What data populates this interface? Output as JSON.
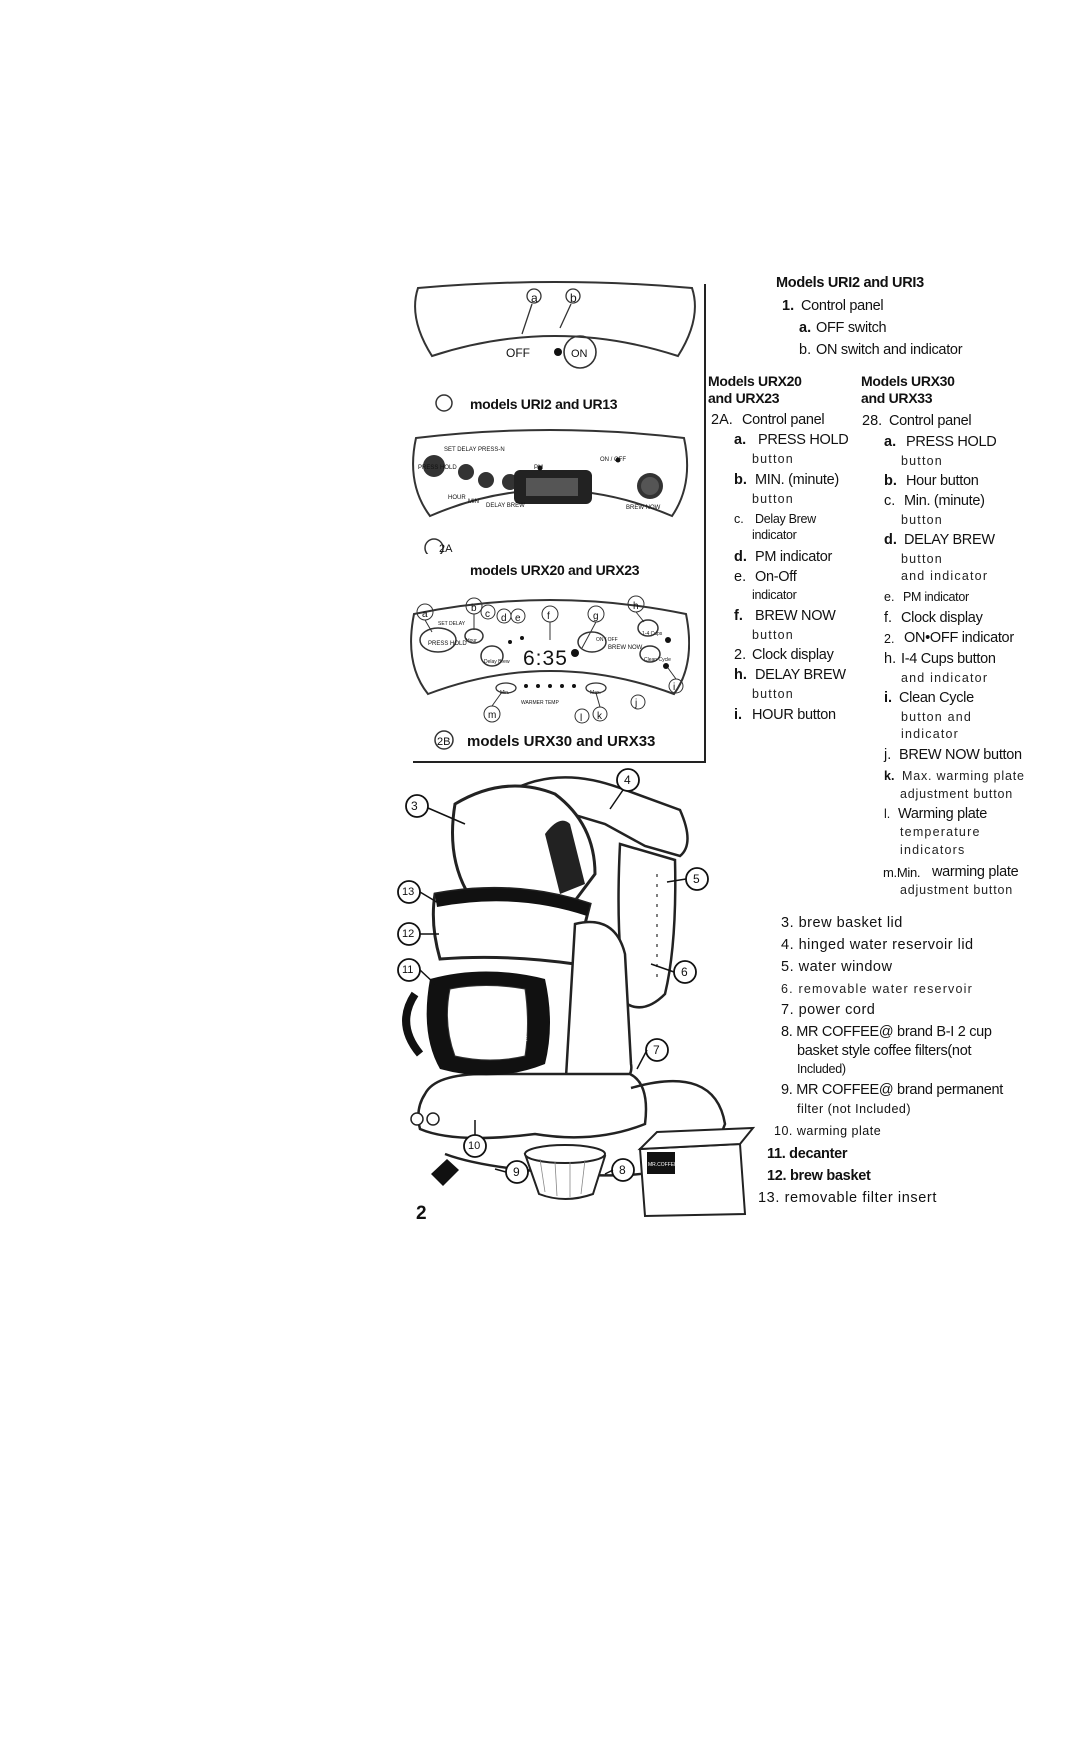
{
  "panels": {
    "p1_label": "models URI2 and UR13",
    "p1_off": "OFF",
    "p1_on": "ON",
    "p1_callouts": [
      "a",
      "b"
    ],
    "p2a_label": "models URX20 and URX23",
    "p2a_icon": "2A",
    "p2a_texts": {
      "top": "SET DELAY PRESS-N",
      "press_hold": "PRESS HOLD",
      "hour": "HOUR",
      "min": "MIN",
      "delay_brew": "DELAY BREW",
      "pm": "PM",
      "on_off": "ON / OFF",
      "brew_now": "BREW NOW"
    },
    "p2b_label": "models URX30 and URX33",
    "p2b_icon": "2B",
    "p2b_clock": "6:35",
    "p2b_warmer": "WARMER TEMP",
    "p2b_texts": {
      "set_delay": "SET DELAY",
      "press_hold": "PRESS HOLD",
      "hour": "Hour",
      "delay_brew": "Delay Brew",
      "on_off": "ON / OFF",
      "brew_now": "BREW NOW",
      "cups": "1-4 Cups",
      "clean": "Clean Cycle",
      "min": "Min.",
      "max": "Max."
    },
    "p2b_callouts": [
      "a",
      "b",
      "c",
      "d",
      "e",
      "f",
      "g",
      "h",
      "i",
      "j",
      "k",
      "l",
      "m"
    ]
  },
  "figure": {
    "number": "2",
    "callouts": [
      "3",
      "4",
      "5",
      "6",
      "7",
      "8",
      "9",
      "10",
      "11",
      "12",
      "13"
    ],
    "decanter_brand": "MR.COFFEE",
    "box_text": "MR.COFFEE"
  },
  "section1": {
    "heading": "Models URI2 and URI3",
    "items": [
      {
        "n": "1.",
        "t": "Control panel"
      },
      {
        "n": "a.",
        "t": "OFF switch"
      },
      {
        "n": "b.",
        "t": "ON switch and indicator"
      }
    ]
  },
  "section2a": {
    "heading1": "Models URX20",
    "heading2": "and URX23",
    "items": [
      {
        "n": "2A.",
        "t": "Control panel"
      },
      {
        "n": "a.",
        "t": "PRESS HOLD",
        "t2": "button"
      },
      {
        "n": "b.",
        "t": "MIN. (minute)",
        "t2": "button"
      },
      {
        "n": "c.",
        "t": "Delay Brew",
        "t2": "indicator"
      },
      {
        "n": "d.",
        "t": "PM indicator"
      },
      {
        "n": "e.",
        "t": "On-Off",
        "t2": "indicator"
      },
      {
        "n": "f.",
        "t": "BREW NOW",
        "t2": "button"
      },
      {
        "n": "2.",
        "t": "Clock display"
      },
      {
        "n": "h.",
        "t": "DELAY BREW",
        "t2": "button"
      },
      {
        "n": "i.",
        "t": "HOUR button"
      }
    ]
  },
  "section2b": {
    "heading1": "Models URX30",
    "heading2": "and URX33",
    "items": [
      {
        "n": "28.",
        "t": "Control panel"
      },
      {
        "n": "a.",
        "t": "PRESS HOLD",
        "t2": "button"
      },
      {
        "n": "b.",
        "t": "Hour button"
      },
      {
        "n": "c.",
        "t": "Min. (minute)",
        "t2": "button"
      },
      {
        "n": "d.",
        "t": "DELAY BREW",
        "t2": "button",
        "t3": "and indicator"
      },
      {
        "n": "e.",
        "t": "PM indicator"
      },
      {
        "n": "f.",
        "t": "Clock display"
      },
      {
        "n": "2.",
        "t": "ON•OFF indicator"
      },
      {
        "n": "h.",
        "t": "I-4 Cups button",
        "t2": "and indicator"
      },
      {
        "n": "i.",
        "t": "Clean Cycle",
        "t2": "button and",
        "t3": "indicator"
      },
      {
        "n": "j.",
        "t": "BREW NOW button"
      },
      {
        "n": "k.",
        "t": "Max. warming plate",
        "t2": "adjustment button"
      },
      {
        "n": "l.",
        "t": "Warming plate",
        "t2": "temperature",
        "t3": "indicators"
      },
      {
        "n": "m.Min.",
        "t": "warming plate",
        "t2": "adjustment button"
      }
    ]
  },
  "parts": [
    {
      "t": "3. brew basket lid"
    },
    {
      "t": "4. hinged water reservoir lid"
    },
    {
      "t": "5. water window"
    },
    {
      "t": "6. removable water reservoir"
    },
    {
      "t": "7. power cord"
    },
    {
      "t": "8. MR COFFEE@ brand B-I 2 cup",
      "t2": "basket style coffee filters(not",
      "t3": "Included)"
    },
    {
      "t": "9. MR COFFEE@ brand permanent",
      "t2": "filter (not Included)"
    },
    {
      "t": "10. warming plate"
    },
    {
      "t": "11. decanter"
    },
    {
      "t": "12. brew basket"
    },
    {
      "t": "13. removable filter insert"
    }
  ]
}
